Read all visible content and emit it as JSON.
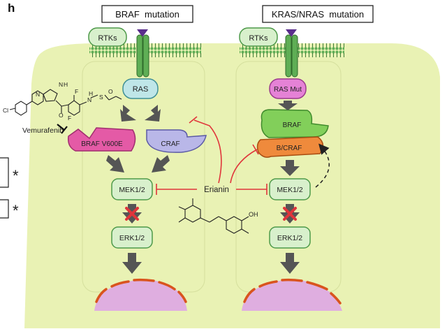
{
  "panel_label": "h",
  "panels": {
    "left_title": "BRAF  mutation",
    "right_title": "KRAS/NRAS  mutation"
  },
  "nodes": {
    "rtks_left": "RTKs",
    "rtks_right": "RTKs",
    "ras": "RAS",
    "ras_mut": "RAS Mut",
    "braf_v600e": "BRAF V600E",
    "craf": "CRAF",
    "braf": "BRAF",
    "b_craf": "B/CRAF",
    "mek_left": "MEK1/2",
    "mek_right": "MEK1/2",
    "erk_left": "ERK1/2",
    "erk_right": "ERK1/2"
  },
  "drugs": {
    "vemurafenib": "Vemurafenib",
    "erianin": "Erianin"
  },
  "structure_atoms": {
    "cl": "Cl",
    "n": "N",
    "nh": "N",
    "h": "H",
    "f1": "F",
    "f2": "F",
    "o1": "O",
    "o2": "O",
    "s": "S",
    "nh2": "N",
    "h2": "H",
    "oh": "OH"
  },
  "side_markers": {
    "marker_top": "*",
    "marker_bottom": "*"
  },
  "colors": {
    "cell": "#e9f2b4",
    "membrane_green": "#5fae55",
    "node_green": "#d8f0cc",
    "ras_blue": "#bfe6e8",
    "ras_mut_pink": "#e582d6",
    "braf_v600e_pink": "#e45aa6",
    "craf_lavender": "#b9b7e8",
    "braf_green": "#82cf5a",
    "b_craf_orange": "#ef8a3c",
    "inhibitor_red": "#e0353b",
    "nucleus": "#dfaee0",
    "nuclear_pore": "#d9541e",
    "arrow_gray": "#555555"
  }
}
